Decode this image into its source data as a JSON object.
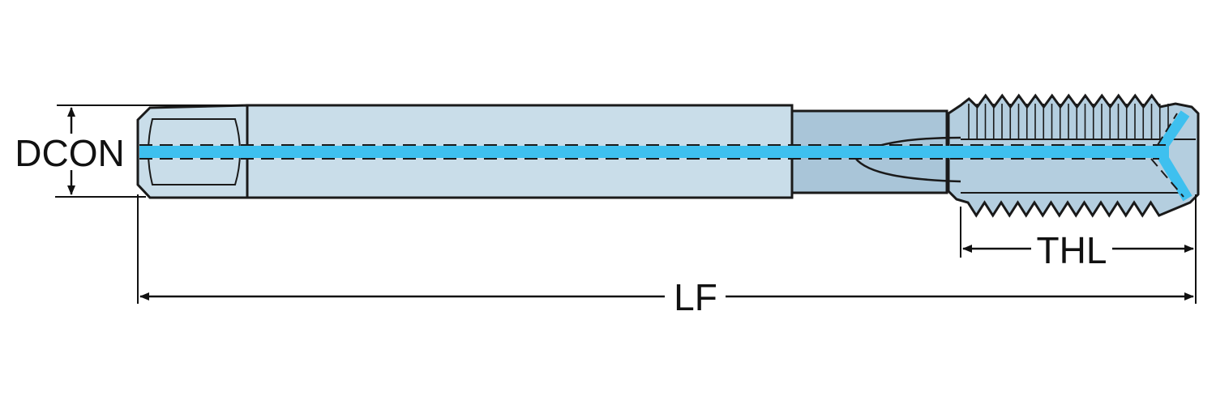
{
  "diagram": {
    "subject": "tap",
    "dimensions": {
      "dcon": "DCON",
      "lf": "LF",
      "thl": "THL"
    },
    "colors": {
      "shank": "#c9dde9",
      "neck": "#a9c5d8",
      "thread": "#b4cedf",
      "coolant": "#3ec0ef",
      "outline": "#1a1a1a"
    }
  }
}
